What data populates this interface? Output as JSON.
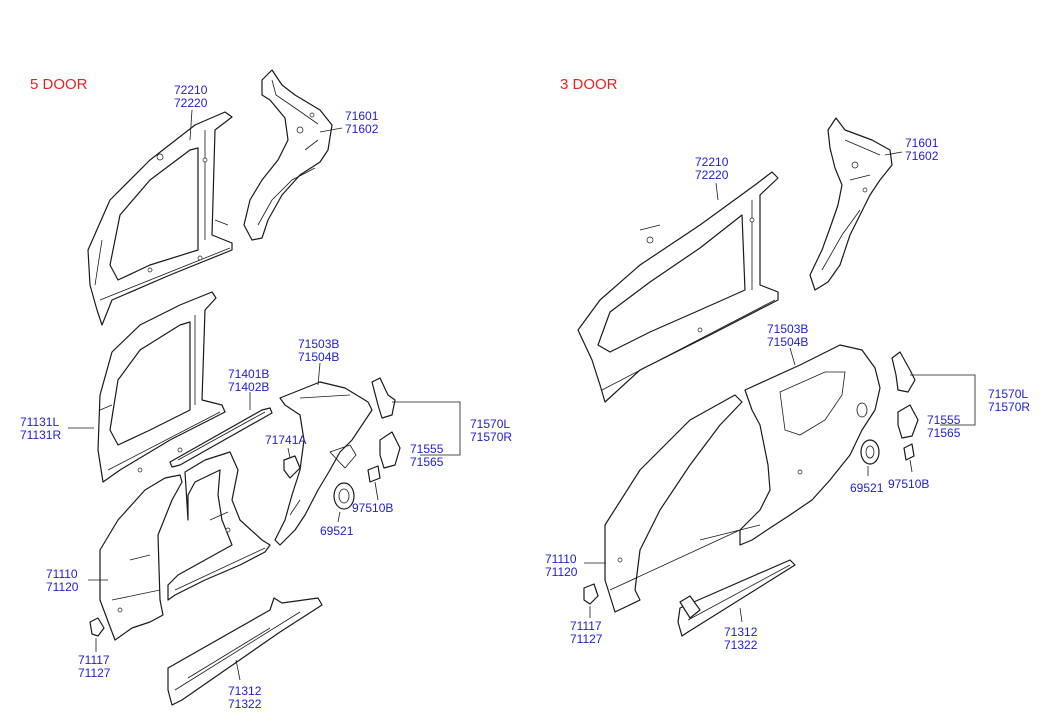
{
  "sections": {
    "five_door": {
      "title": "5 DOOR"
    },
    "three_door": {
      "title": "3 DOOR"
    }
  },
  "parts_5door": {
    "p72210": "72210",
    "p72220": "72220",
    "p71601": "71601",
    "p71602": "71602",
    "p71131L": "71131L",
    "p71131R": "71131R",
    "p71401B": "71401B",
    "p71402B": "71402B",
    "p71503B": "71503B",
    "p71504B": "71504B",
    "p71570L": "71570L",
    "p71570R": "71570R",
    "p71741A": "71741A",
    "p71555": "71555",
    "p71565": "71565",
    "p97510B": "97510B",
    "p69521": "69521",
    "p71110": "71110",
    "p71120": "71120",
    "p71117": "71117",
    "p71127": "71127",
    "p71312": "71312",
    "p71322": "71322"
  },
  "parts_3door": {
    "p71601": "71601",
    "p71602": "71602",
    "p72210": "72210",
    "p72220": "72220",
    "p71503B": "71503B",
    "p71504B": "71504B",
    "p71570L": "71570L",
    "p71570R": "71570R",
    "p71555": "71555",
    "p71565": "71565",
    "p69521": "69521",
    "p97510B": "97510B",
    "p71110": "71110",
    "p71120": "71120",
    "p71117": "71117",
    "p71127": "71127",
    "p71312": "71312",
    "p71322": "71322"
  },
  "colors": {
    "title": "#e8231f",
    "part_number": "#2020d0",
    "line": "#1a1a1a"
  }
}
